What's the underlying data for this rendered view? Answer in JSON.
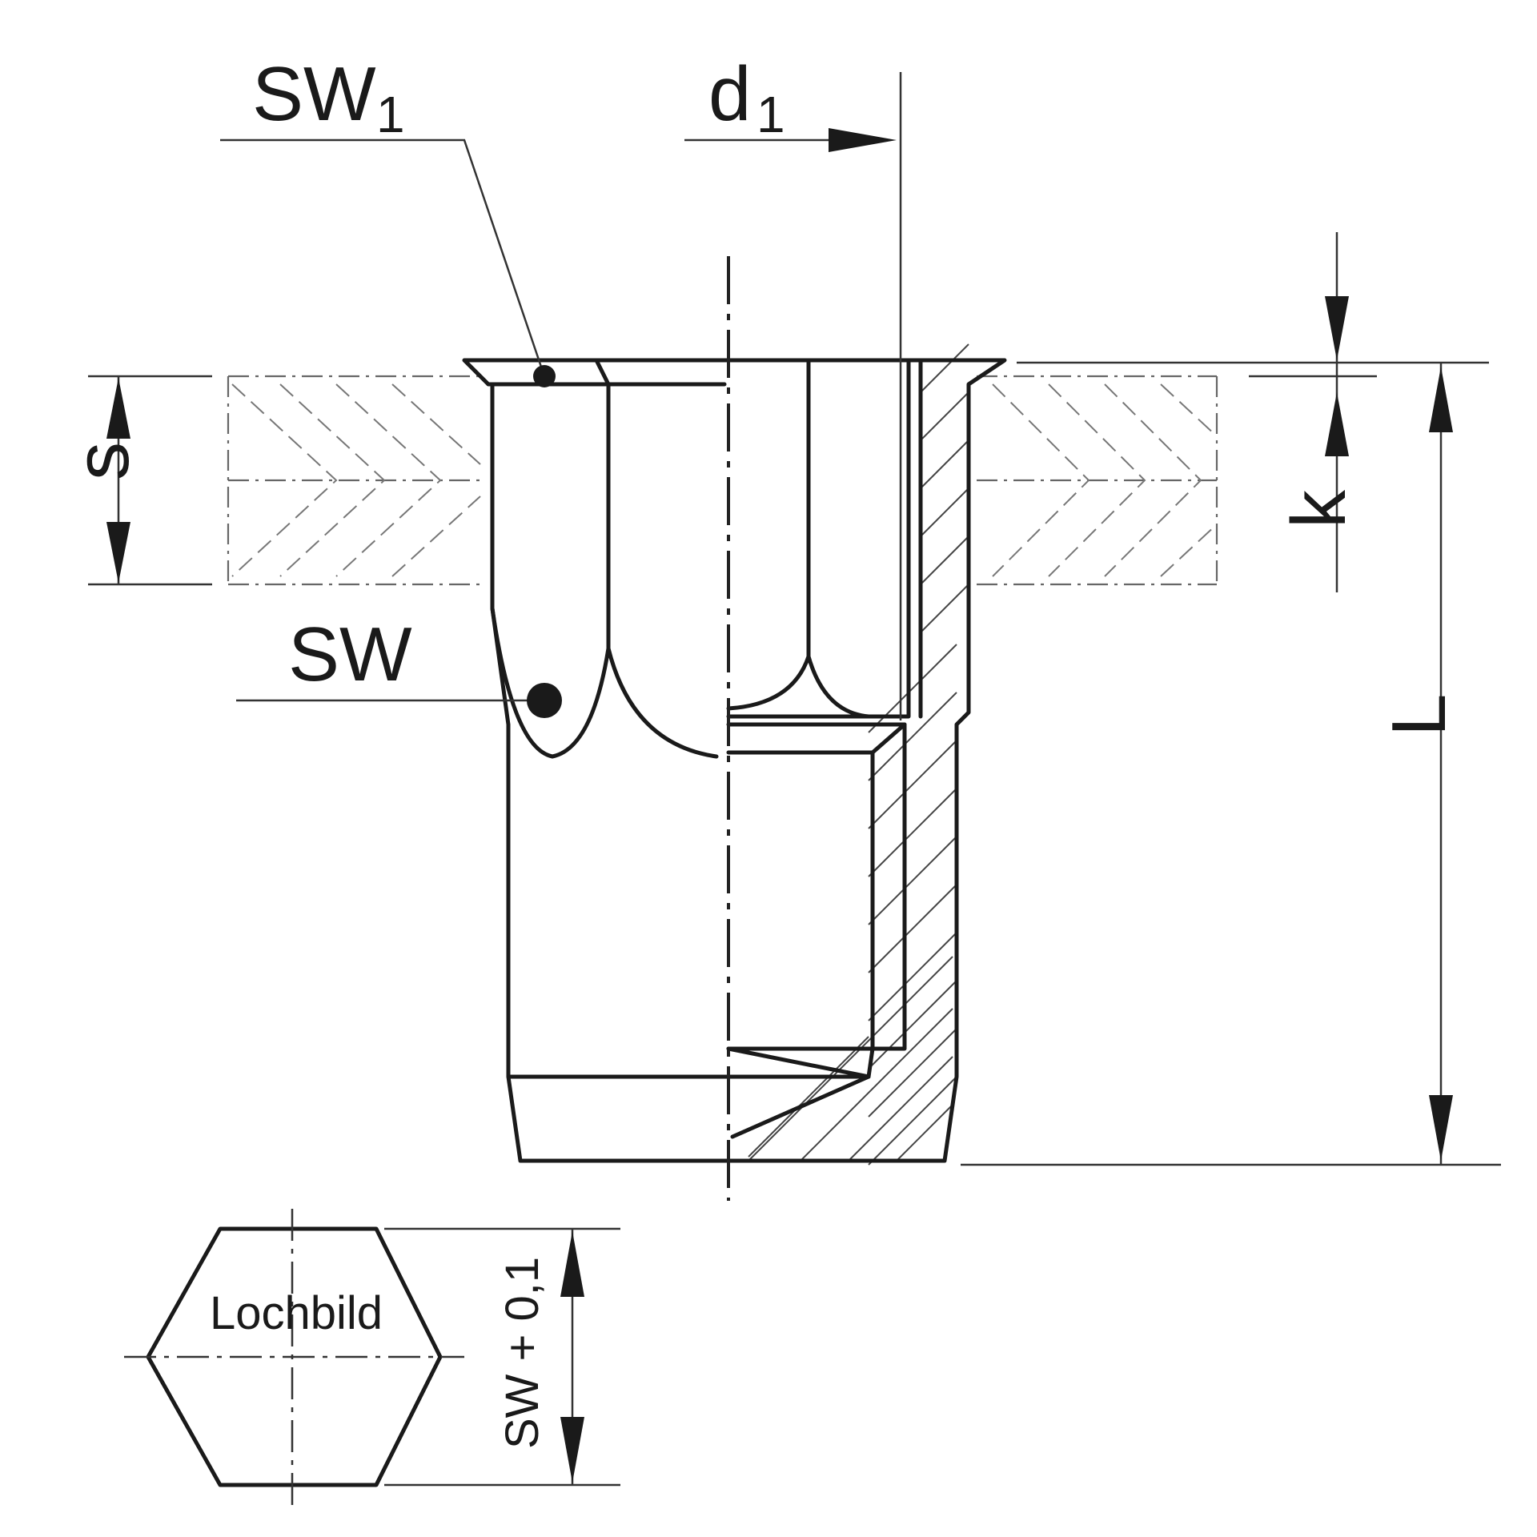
{
  "labels": {
    "sw1_main": "SW",
    "sw1_sub": "1",
    "d1_main": "d",
    "d1_sub": "1",
    "s": "s",
    "k": "k",
    "sw": "SW",
    "l": "L",
    "lochbild": "Lochbild",
    "sw_tolerance": "SW + 0,1"
  }
}
